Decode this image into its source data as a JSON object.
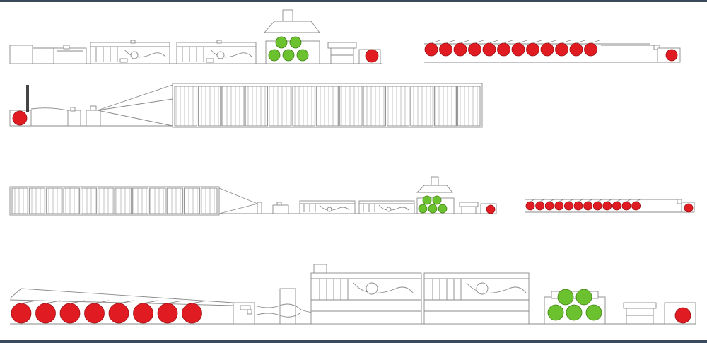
{
  "colors": {
    "creel_roll": "#e11b22",
    "creel_roll_edge": "#9c1116",
    "cylinder": "#6cc22e",
    "cylinder_edge": "#3f7f16",
    "line": "#8a8a8a",
    "frame": "#3a4a5c"
  },
  "lines": [
    {
      "id": "line-1",
      "units": [
        "unwind-roll",
        "pre-treatment-tank",
        "washing-unit",
        "washing-unit",
        "drying-cylinders",
        "inspection-table",
        "rewind-roll"
      ]
    },
    {
      "id": "line-2",
      "units": [
        "beam-creel",
        "tension-unit"
      ],
      "creel_roll_count": 12
    },
    {
      "id": "line-3",
      "units": [
        "unwind-roll",
        "exhaust-stack",
        "dye-tank",
        "tension-unit",
        "festoon-dryer"
      ],
      "dryer_sections": 13
    },
    {
      "id": "line-4",
      "units": [
        "festoon-dryer",
        "tension-unit",
        "pre-treatment-tank",
        "washing-unit",
        "washing-unit",
        "drying-cylinders",
        "inspection-table",
        "rewind-roll"
      ],
      "dryer_sections": 12
    },
    {
      "id": "line-5",
      "units": [
        "beam-creel",
        "tension-unit"
      ],
      "creel_roll_count": 12
    },
    {
      "id": "line-6",
      "units": [
        "beam-creel",
        "tension-unit",
        "dye-box",
        "washing-unit",
        "washing-unit",
        "drying-cylinders",
        "inspection-table",
        "rewind-roll"
      ],
      "creel_roll_count": 8
    }
  ]
}
